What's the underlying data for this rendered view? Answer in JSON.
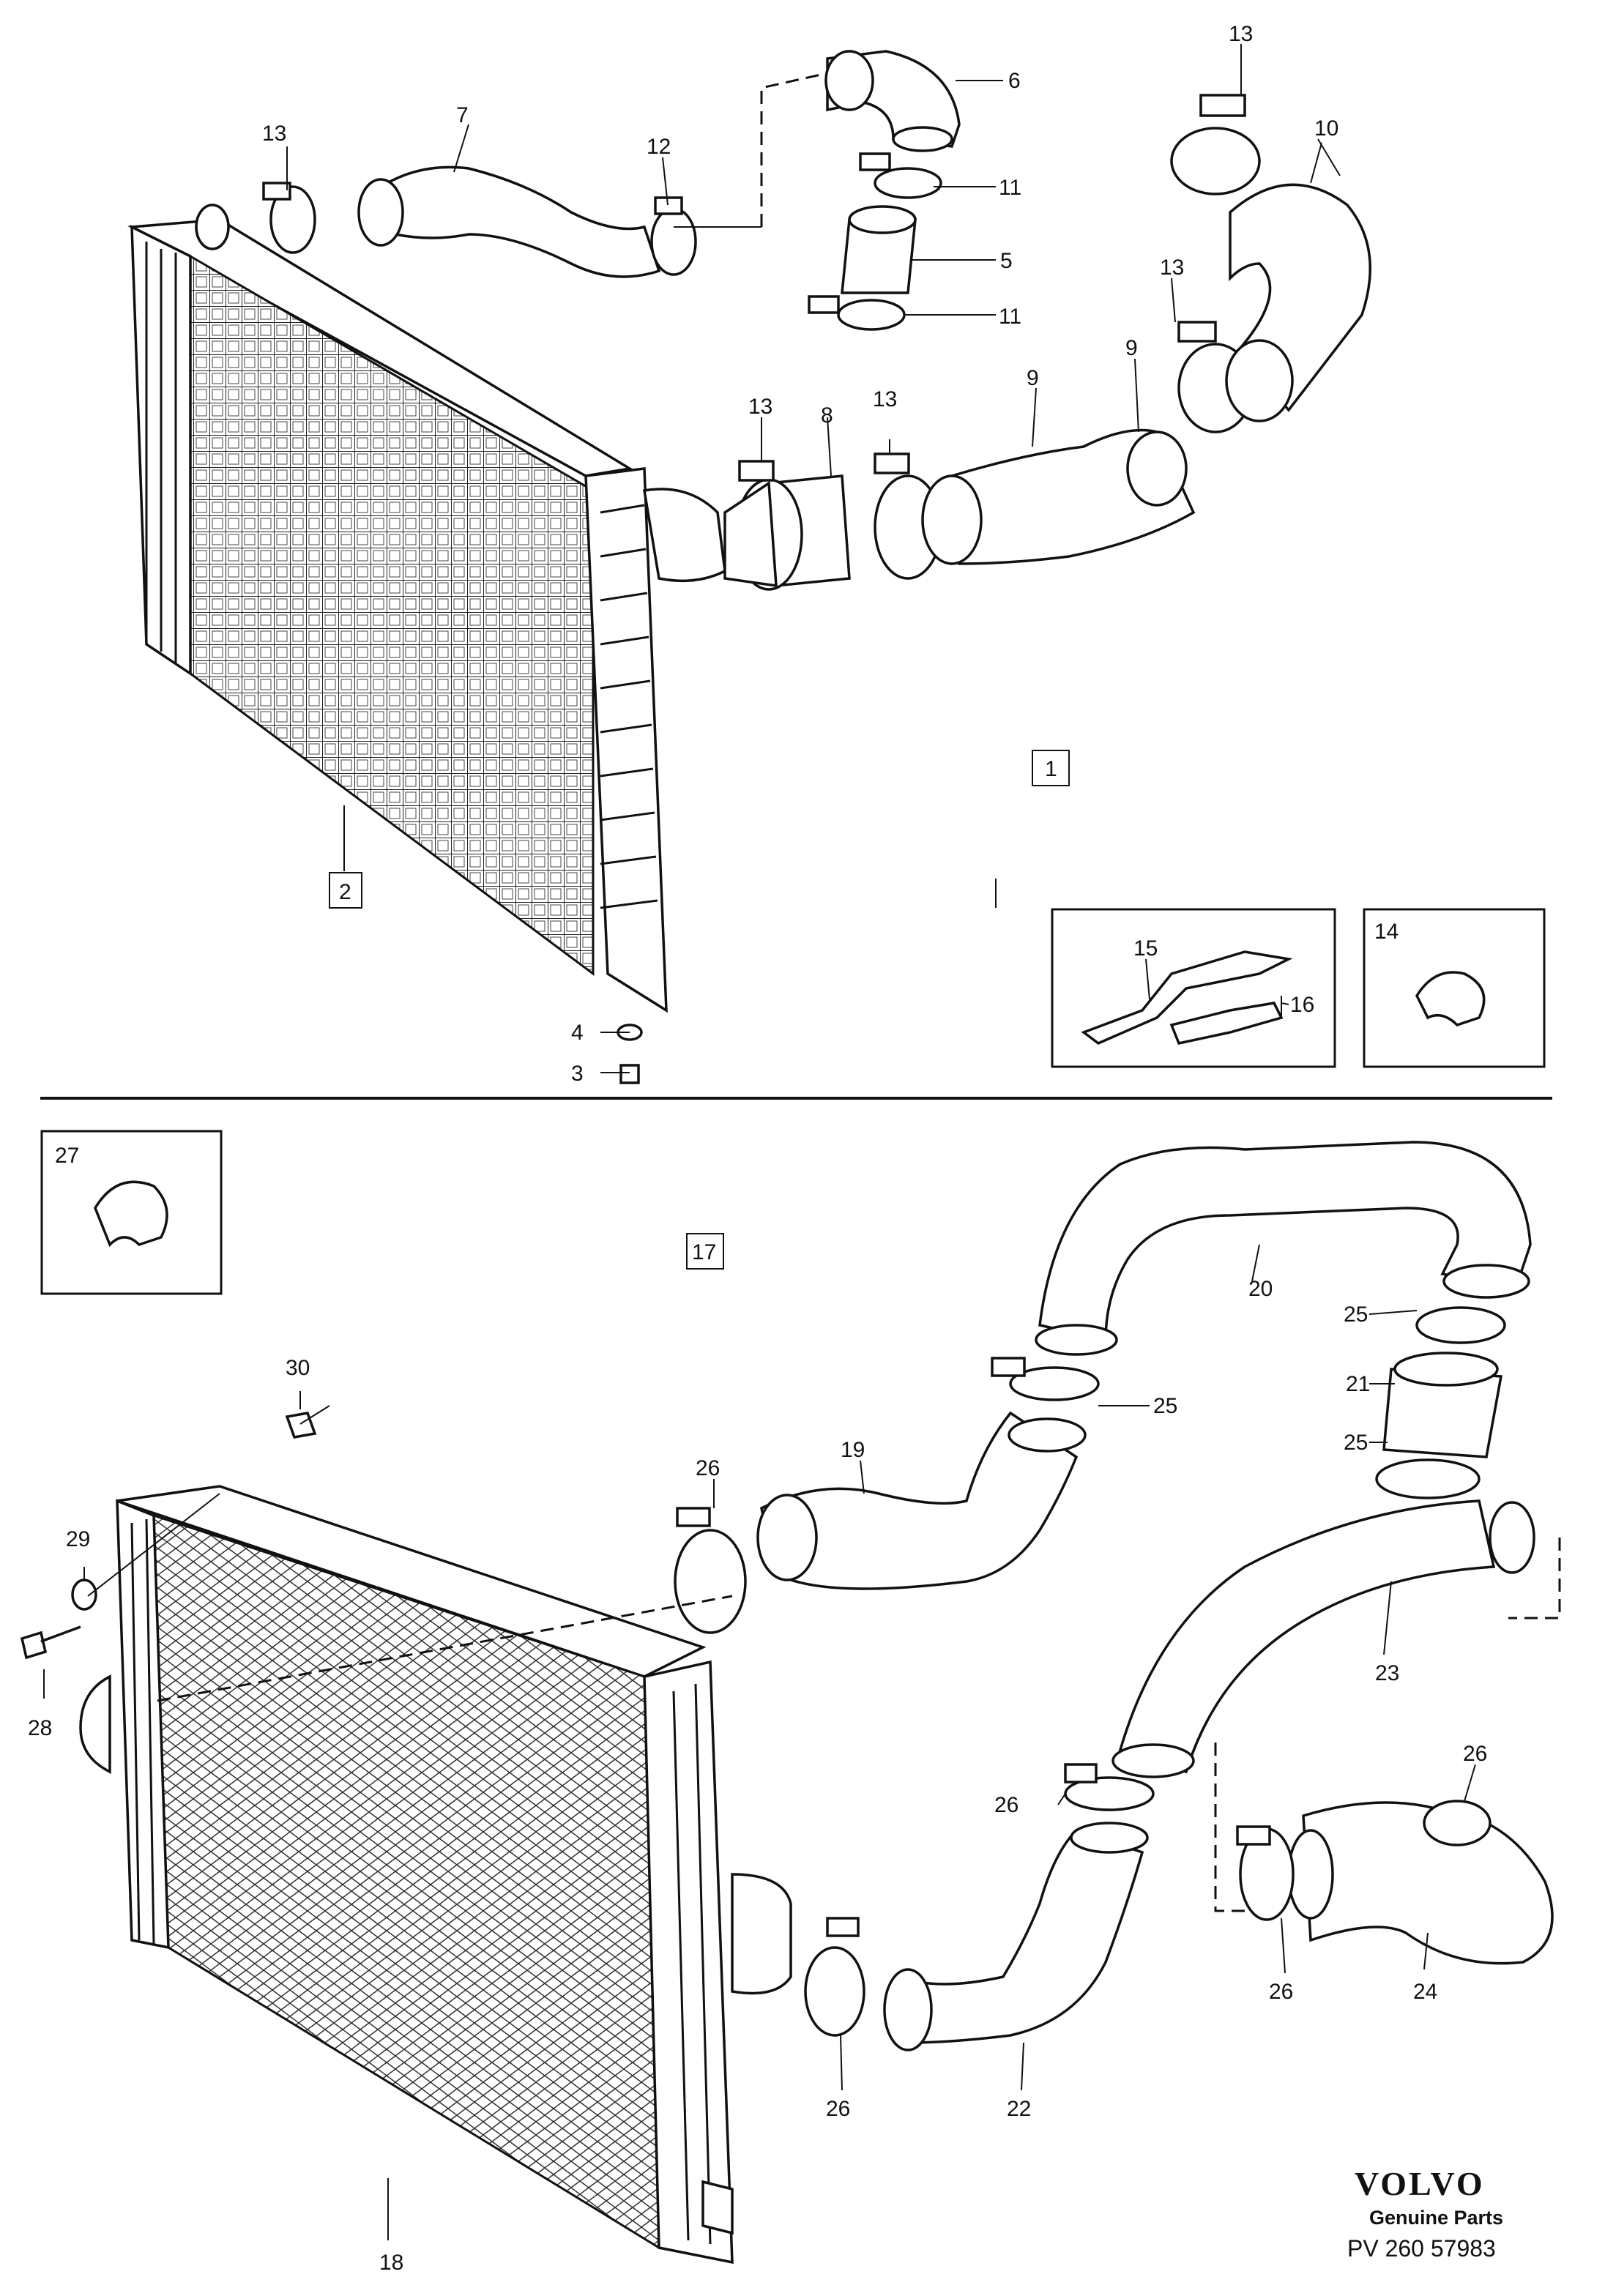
{
  "callouts_upper": {
    "c3": "3",
    "c4": "4",
    "c5": "5",
    "c6": "6",
    "c7": "7",
    "c8": "8",
    "c9a": "9",
    "c9b": "9",
    "c10": "10",
    "c11a": "11",
    "c11b": "11",
    "c12": "12",
    "c13a": "13",
    "c13b": "13",
    "c13c": "13",
    "c13d": "13",
    "c13e": "13",
    "c15": "15",
    "c16": "16",
    "box1": "1",
    "box2": "2",
    "box14": "14"
  },
  "callouts_lower": {
    "c18": "18",
    "c19": "19",
    "c20": "20",
    "c21": "21",
    "c22": "22",
    "c23": "23",
    "c24": "24",
    "c25a": "25",
    "c25b": "25",
    "c25c": "25",
    "c26a": "26",
    "c26b": "26",
    "c26c": "26",
    "c26d": "26",
    "c26e": "26",
    "c28": "28",
    "c29": "29",
    "c30": "30",
    "box17": "17",
    "box27": "27"
  },
  "brand": {
    "logo_text": "VOLVO",
    "subtitle": "Genuine Parts",
    "code": "PV 260 57983"
  },
  "colors": {
    "ink": "#111111",
    "paper": "#ffffff"
  }
}
